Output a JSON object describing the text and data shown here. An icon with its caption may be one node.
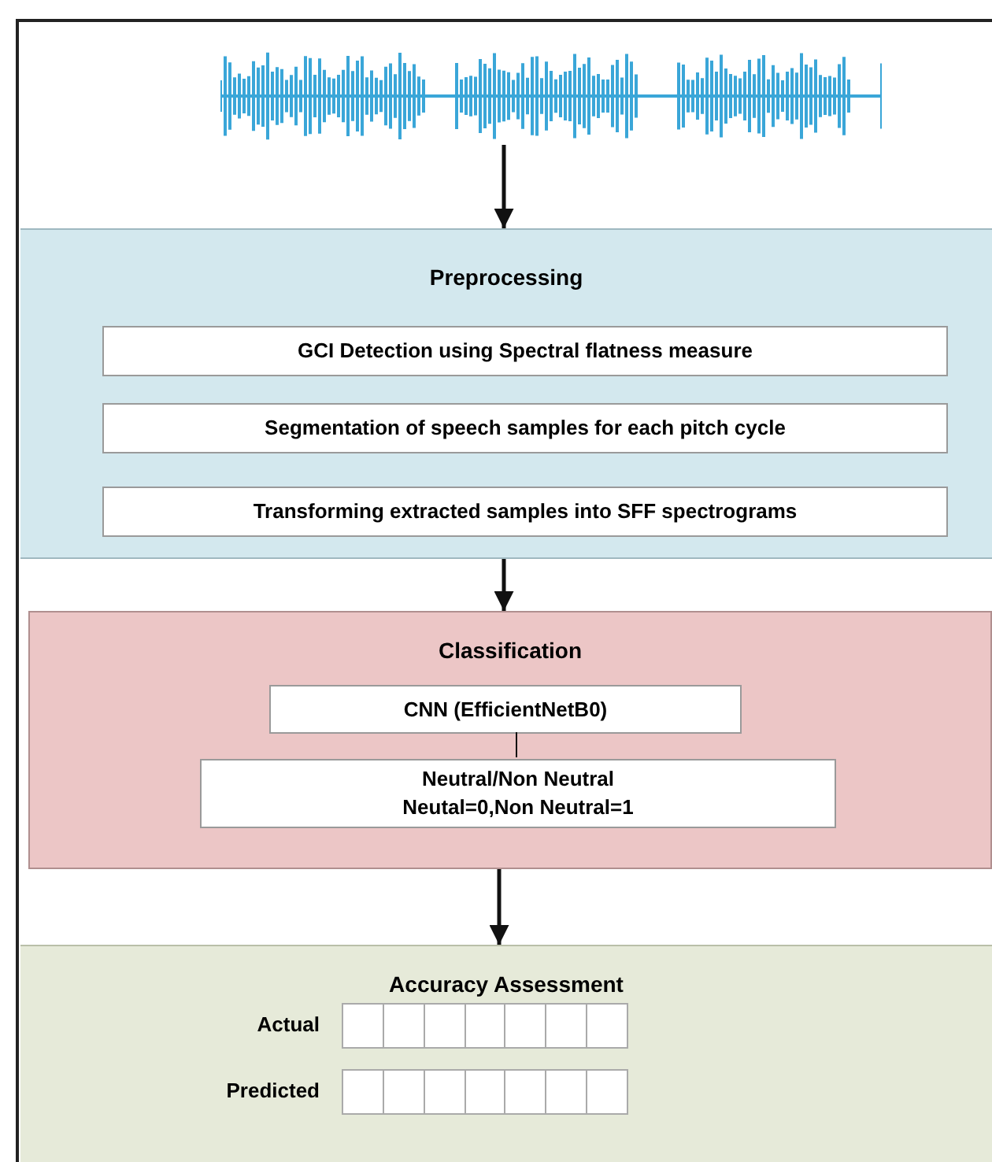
{
  "diagram": {
    "nodes": [
      {
        "text": [],
        "shape": "picture"
      },
      {
        "text": [
          "Preprocessing"
        ]
      },
      {
        "text": [
          "GCI Detection using Spectral flatness measure"
        ],
        "in": 1
      },
      {
        "text": [
          "Segmentation of speech samples for each pitch cycle"
        ],
        "in": 1
      },
      {
        "text": [
          "Transforming extracted samples into SFF spectrograms"
        ],
        "in": 1
      },
      {
        "text": [
          "Classification"
        ]
      },
      {
        "text": [
          "CNN (EfficientNetB0)"
        ],
        "in": 5
      },
      {
        "text": [
          "Neutral/Non Neutral",
          "Neutal=0,Non Neutral=1"
        ],
        "in": 5
      },
      {
        "text": [
          "Accuracy Assessment",
          "Actual",
          "Predicted"
        ]
      }
    ],
    "edges": [
      {
        "from": 0,
        "to": 1,
        "arrow": "to"
      },
      {
        "from": 1,
        "to": 5,
        "arrow": "to"
      },
      {
        "from": 6,
        "to": 7,
        "arrow": "none"
      },
      {
        "from": 5,
        "to": 8,
        "arrow": "to"
      }
    ]
  }
}
